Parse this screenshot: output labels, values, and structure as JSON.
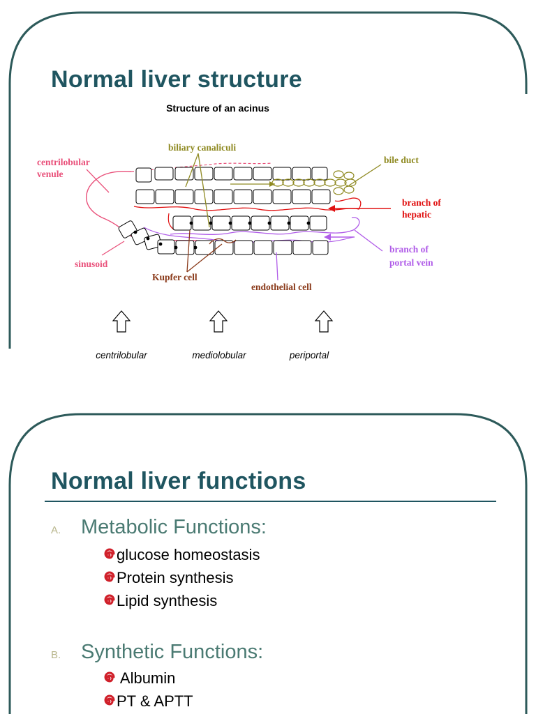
{
  "slide1": {
    "title": "Normal liver structure",
    "diagram": {
      "title": "Structure of an acinus",
      "labels": {
        "centrilobular_venule_1": "centrilobular",
        "centrilobular_venule_2": "venule",
        "biliary_canaliculi": "biliary canaliculi",
        "bile_duct": "bile duct",
        "branch_hepatic_1": "branch of",
        "branch_hepatic_2": "hepatic",
        "branch_portal_1": "branch of",
        "branch_portal_2": "portal vein",
        "sinusoid": "sinusoid",
        "kupfer_cell": "Kupfer cell",
        "endothelial_cell": "endothelial cell"
      },
      "zones": [
        "centrilobular",
        "mediolobular",
        "periportal"
      ],
      "colors": {
        "pink": "#e9507a",
        "olive": "#8f8a22",
        "red": "#e01010",
        "violet": "#b05ce8",
        "brown": "#8a3a1a",
        "frame": "#2d5a5a"
      }
    }
  },
  "slide2": {
    "title": "Normal liver functions",
    "sections": [
      {
        "letter": "A.",
        "heading": "Metabolic Functions:",
        "items": [
          "glucose homeostasis",
          "Protein synthesis",
          "Lipid synthesis"
        ]
      },
      {
        "letter": "B.",
        "heading": "Synthetic Functions:",
        "items": [
          " Albumin",
          "PT & APTT"
        ]
      }
    ],
    "bullet_icon": "red-spiral-icon"
  }
}
